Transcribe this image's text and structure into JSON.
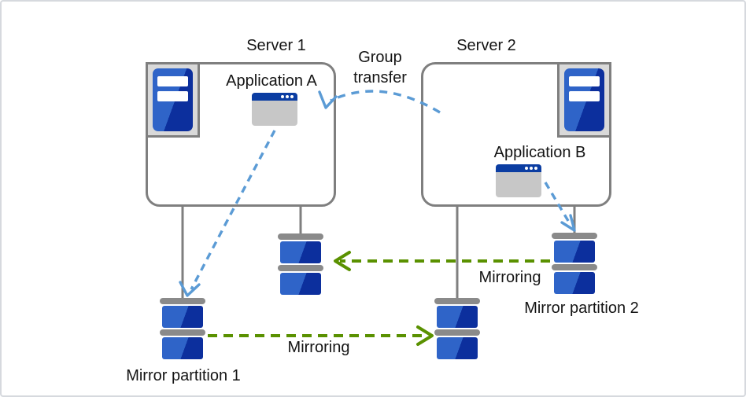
{
  "servers": [
    {
      "name": "Server 1",
      "application": "Application A"
    },
    {
      "name": "Server 2",
      "application": "Application B"
    }
  ],
  "arrows": {
    "group_transfer": {
      "label_line1": "Group",
      "label_line2": "transfer",
      "color": "#5b9bd5",
      "style": "dashed",
      "direction": "server2-to-server1"
    },
    "mirroring_top": {
      "label": "Mirroring",
      "color": "#5a9100",
      "style": "dashed",
      "direction": "right-to-left"
    },
    "mirroring_bottom": {
      "label": "Mirroring",
      "color": "#5a9100",
      "style": "dashed",
      "direction": "left-to-right"
    },
    "app_a_to_partition1": {
      "color": "#5b9bd5",
      "style": "dashed"
    },
    "app_b_to_partition2": {
      "color": "#5b9bd5",
      "style": "dashed"
    }
  },
  "partitions": {
    "mirror_partition_1": "Mirror partition 1",
    "mirror_partition_2": "Mirror partition 2"
  },
  "colors": {
    "outline_gray": "#7f7f7f",
    "arrow_blue": "#5b9bd5",
    "arrow_green": "#5a9100",
    "disk_blue_light": "#2f64c8",
    "disk_blue_dark": "#0c2f9d",
    "icon_frame_gray": "#d9d9d9",
    "window_title_blue": "#0b3da2"
  }
}
